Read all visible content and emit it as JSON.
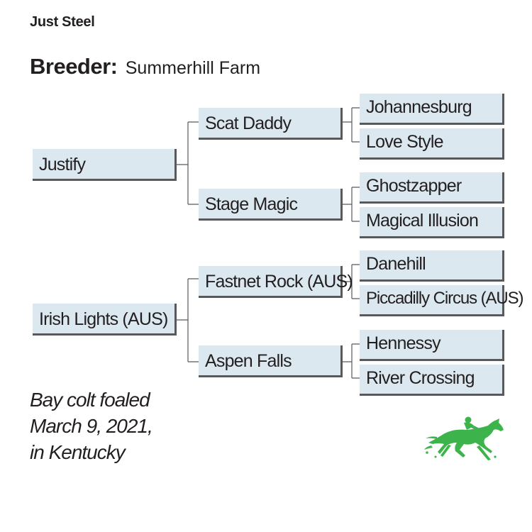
{
  "title": "Just Steel",
  "breeder": {
    "label": "Breeder:",
    "value": "Summerhill Farm"
  },
  "pedigree": {
    "sire": {
      "name": "Justify",
      "sire": {
        "name": "Scat Daddy",
        "sire": "Johannesburg",
        "dam": "Love Style"
      },
      "dam": {
        "name": "Stage Magic",
        "sire": "Ghostzapper",
        "dam": "Magical Illusion"
      }
    },
    "dam": {
      "name": "Irish Lights (AUS)",
      "sire": {
        "name": "Fastnet Rock (AUS)",
        "sire": "Danehill",
        "dam": "Piccadilly Circus (AUS)"
      },
      "dam": {
        "name": "Aspen Falls",
        "sire": "Hennessy",
        "dam": "River Crossing"
      }
    }
  },
  "foaled": [
    "Bay colt foaled",
    "March 9, 2021,",
    "in Kentucky"
  ],
  "colors": {
    "box": "#dbe8ef",
    "box_shadow": "#58595b",
    "line": "#58595b",
    "logo": "#3cb44b"
  },
  "logo_icon": "racehorse-jockey-icon"
}
